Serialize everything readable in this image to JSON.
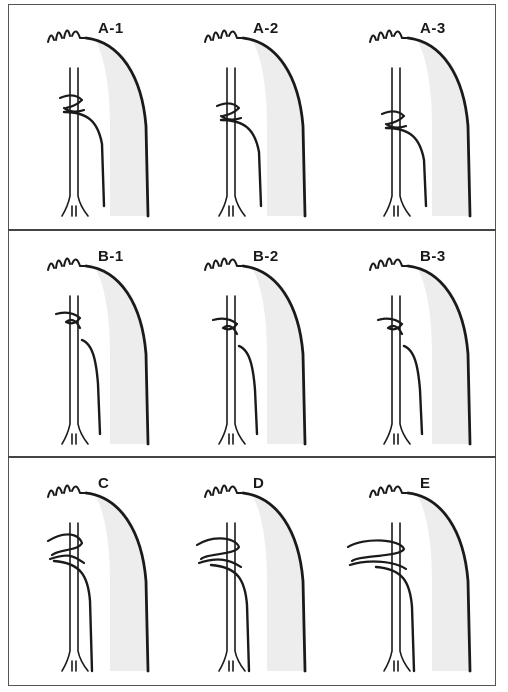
{
  "figure": {
    "panels": [
      {
        "label": "A-1"
      },
      {
        "label": "A-2"
      },
      {
        "label": "A-3"
      },
      {
        "label": "B-1"
      },
      {
        "label": "B-2"
      },
      {
        "label": "B-3"
      },
      {
        "label": "C"
      },
      {
        "label": "D"
      },
      {
        "label": "E"
      }
    ],
    "colors": {
      "ink": "#1a1a1a",
      "frame": "#555555",
      "shading": "#d8d8d8",
      "background": "#ffffff"
    }
  }
}
